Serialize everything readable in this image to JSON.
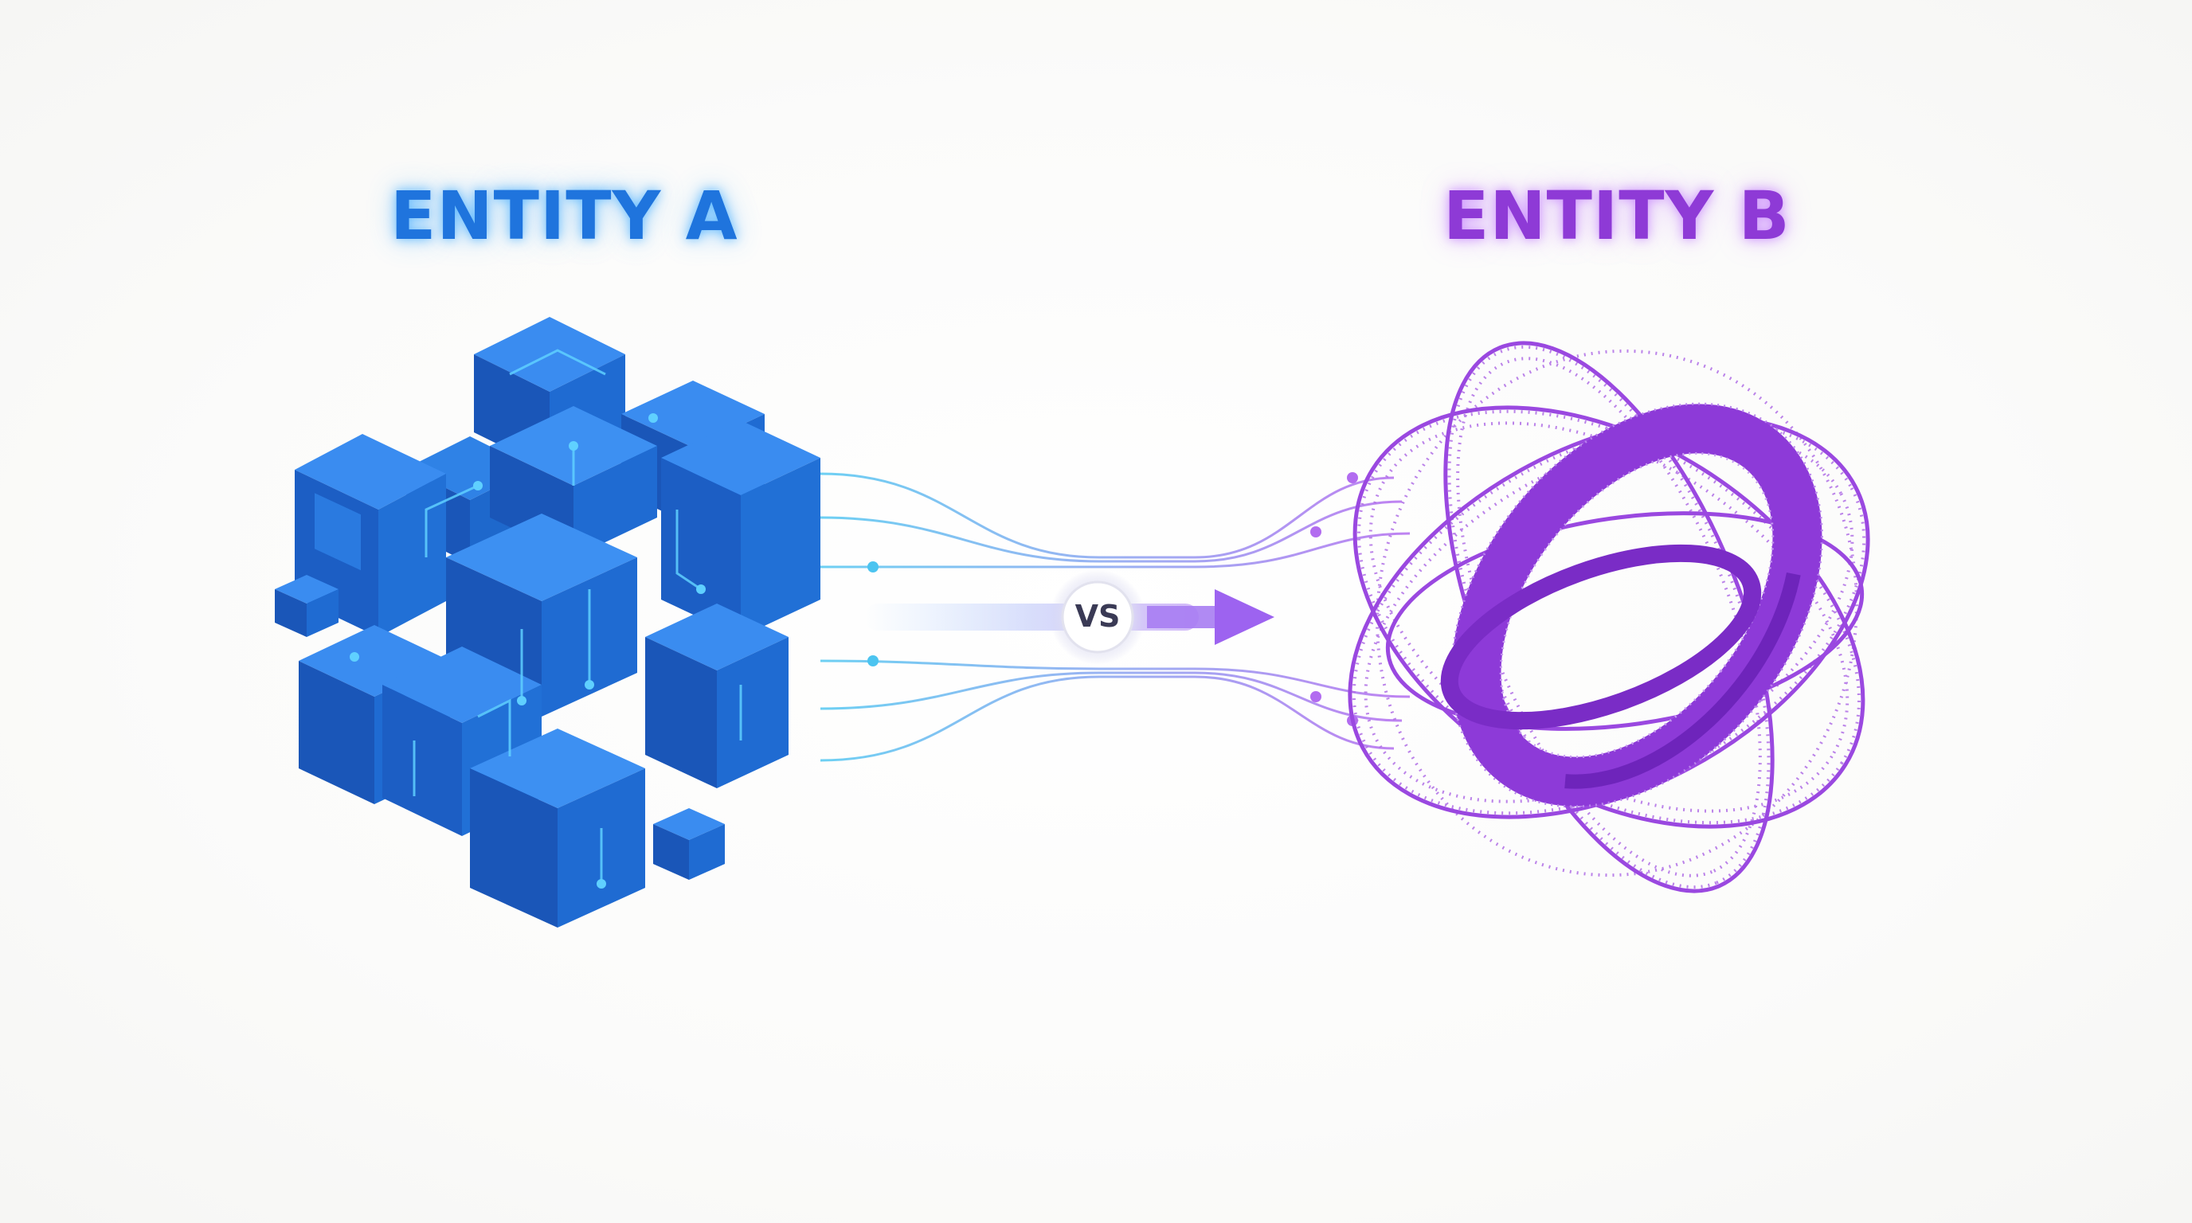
{
  "entity_a": {
    "label": "ENTITY A",
    "color": "#1f74dd"
  },
  "entity_b": {
    "label": "ENTITY B",
    "color": "#8e3ad6"
  },
  "connector": {
    "label": "VS"
  },
  "icons": [
    "cube-cluster-icon",
    "orbital-rings-icon",
    "arrow-right-icon"
  ]
}
